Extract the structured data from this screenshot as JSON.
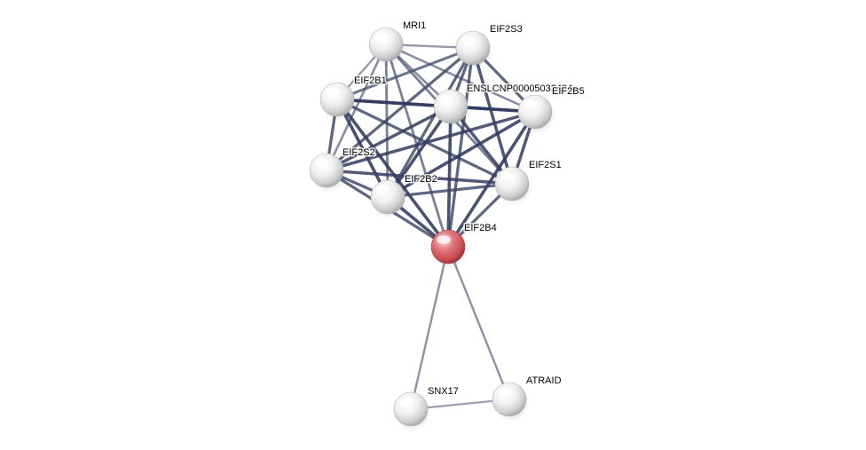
{
  "colors": {
    "background": "#ffffff",
    "query_node": "#d9545a",
    "partner_node": "#e8e8e8",
    "edge_strong": "#2b3558",
    "edge_weak": "#8d93a8"
  },
  "network": {
    "nodes": [
      {
        "id": "MRI1",
        "label": "MRI1",
        "query": false
      },
      {
        "id": "EIF2S3",
        "label": "EIF2S3",
        "query": false
      },
      {
        "id": "EIF2B1",
        "label": "EIF2B1",
        "query": false
      },
      {
        "id": "ENSLCNP",
        "label": "ENSLCNP00005032484",
        "query": false
      },
      {
        "id": "EIF2B5",
        "label": "EIF2B5",
        "query": false
      },
      {
        "id": "EIF2S2",
        "label": "EIF2S2",
        "query": false
      },
      {
        "id": "EIF2B2",
        "label": "EIF2B2",
        "query": false
      },
      {
        "id": "EIF2S1",
        "label": "EIF2S1",
        "query": false
      },
      {
        "id": "EIF2B4",
        "label": "EIF2B4",
        "query": true
      },
      {
        "id": "SNX17",
        "label": "SNX17",
        "query": false
      },
      {
        "id": "ATRAID",
        "label": "ATRAID",
        "query": false
      }
    ],
    "edges": [
      {
        "source": "MRI1",
        "target": "EIF2S3",
        "weight": 0.4
      },
      {
        "source": "MRI1",
        "target": "EIF2B1",
        "weight": 0.4
      },
      {
        "source": "MRI1",
        "target": "ENSLCNP",
        "weight": 0.5
      },
      {
        "source": "MRI1",
        "target": "EIF2B5",
        "weight": 0.5
      },
      {
        "source": "MRI1",
        "target": "EIF2S2",
        "weight": 0.5
      },
      {
        "source": "MRI1",
        "target": "EIF2B2",
        "weight": 0.6
      },
      {
        "source": "MRI1",
        "target": "EIF2S1",
        "weight": 0.6
      },
      {
        "source": "MRI1",
        "target": "EIF2B4",
        "weight": 0.6
      },
      {
        "source": "EIF2S3",
        "target": "EIF2B1",
        "weight": 0.7
      },
      {
        "source": "EIF2S3",
        "target": "ENSLCNP",
        "weight": 0.8
      },
      {
        "source": "EIF2S3",
        "target": "EIF2B5",
        "weight": 0.8
      },
      {
        "source": "EIF2S3",
        "target": "EIF2S2",
        "weight": 0.8
      },
      {
        "source": "EIF2S3",
        "target": "EIF2B2",
        "weight": 0.8
      },
      {
        "source": "EIF2S3",
        "target": "EIF2S1",
        "weight": 0.9
      },
      {
        "source": "EIF2S3",
        "target": "EIF2B4",
        "weight": 0.8
      },
      {
        "source": "EIF2B1",
        "target": "ENSLCNP",
        "weight": 0.9
      },
      {
        "source": "EIF2B1",
        "target": "EIF2B5",
        "weight": 0.95
      },
      {
        "source": "EIF2B1",
        "target": "EIF2S2",
        "weight": 0.8
      },
      {
        "source": "EIF2B1",
        "target": "EIF2B2",
        "weight": 0.95
      },
      {
        "source": "EIF2B1",
        "target": "EIF2S1",
        "weight": 0.8
      },
      {
        "source": "EIF2B1",
        "target": "EIF2B4",
        "weight": 0.95
      },
      {
        "source": "ENSLCNP",
        "target": "EIF2B5",
        "weight": 0.95
      },
      {
        "source": "ENSLCNP",
        "target": "EIF2S2",
        "weight": 0.9
      },
      {
        "source": "ENSLCNP",
        "target": "EIF2B2",
        "weight": 0.95
      },
      {
        "source": "ENSLCNP",
        "target": "EIF2S1",
        "weight": 0.9
      },
      {
        "source": "ENSLCNP",
        "target": "EIF2B4",
        "weight": 0.95
      },
      {
        "source": "EIF2B5",
        "target": "EIF2S2",
        "weight": 0.9
      },
      {
        "source": "EIF2B5",
        "target": "EIF2B2",
        "weight": 0.95
      },
      {
        "source": "EIF2B5",
        "target": "EIF2S1",
        "weight": 0.9
      },
      {
        "source": "EIF2B5",
        "target": "EIF2B4",
        "weight": 0.95
      },
      {
        "source": "EIF2S2",
        "target": "EIF2B2",
        "weight": 0.8
      },
      {
        "source": "EIF2S2",
        "target": "EIF2S1",
        "weight": 0.9
      },
      {
        "source": "EIF2S2",
        "target": "EIF2B4",
        "weight": 0.8
      },
      {
        "source": "EIF2B2",
        "target": "EIF2S1",
        "weight": 0.8
      },
      {
        "source": "EIF2B2",
        "target": "EIF2B4",
        "weight": 0.95
      },
      {
        "source": "EIF2S1",
        "target": "EIF2B4",
        "weight": 0.8
      },
      {
        "source": "EIF2B4",
        "target": "SNX17",
        "weight": 0.45
      },
      {
        "source": "EIF2B4",
        "target": "ATRAID",
        "weight": 0.45
      },
      {
        "source": "SNX17",
        "target": "ATRAID",
        "weight": 0.35
      }
    ]
  }
}
